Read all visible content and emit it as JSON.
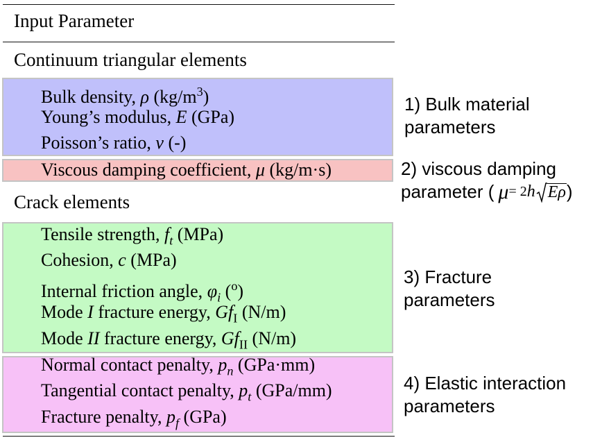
{
  "table": {
    "header": "Input Parameter",
    "sections": [
      {
        "title": "Continuum triangular elements"
      },
      {
        "title": "Crack elements"
      }
    ]
  },
  "groups": [
    {
      "color": "#c0c0fb",
      "note": {
        "line1": "1) Bulk material",
        "line2": "parameters"
      },
      "items": [
        {
          "label": "Bulk density, ",
          "symbol": "ρ",
          "unit_pre": " (kg/m",
          "unit_sup": "3",
          "unit_post": ")"
        },
        {
          "label": "Young’s modulus, ",
          "symbol": "E",
          "unit": " (GPa)"
        },
        {
          "label": "Poisson’s ratio, ",
          "symbol": "ν",
          "unit": " (-)"
        }
      ]
    },
    {
      "color": "#f8c2c2",
      "note": {
        "line1": "2) viscous damping",
        "line2": "parameter (",
        "formula_mu": "μ",
        "formula_eq": " = 2",
        "formula_h": "h",
        "formula_root": "Eρ",
        "formula_close": ")"
      },
      "items": [
        {
          "label": "Viscous damping coefficient, ",
          "symbol": "μ",
          "unit": " (kg/m·s)"
        }
      ]
    },
    {
      "color": "#c4fac4",
      "note": {
        "line1": "3) Fracture",
        "line2": "parameters"
      },
      "items": [
        {
          "label": "Tensile strength, ",
          "symbol": "f",
          "sub": "t",
          "unit": " (MPa)"
        },
        {
          "label": "Cohesion, ",
          "symbol": "c",
          "unit": " (MPa)"
        },
        {
          "label": "Internal friction angle, ",
          "symbol": "φ",
          "sub": "i",
          "unit_pre": " (",
          "unit_sup": "o",
          "unit_post": ")"
        },
        {
          "label_pre": "Mode ",
          "label_mode": "I",
          "label": " fracture energy, ",
          "symbol": "Gf",
          "sub": "I",
          "unit": " (N/m)"
        },
        {
          "label_pre": "Mode ",
          "label_mode": "II",
          "label": " fracture energy, ",
          "symbol": "Gf",
          "sub": "II",
          "unit": " (N/m)"
        }
      ]
    },
    {
      "color": "#f7c1f7",
      "note": {
        "line1": "4) Elastic interaction",
        "line2": "parameters"
      },
      "items": [
        {
          "label": "Normal contact penalty, ",
          "symbol": "p",
          "sub": "n",
          "unit": " (GPa·mm)"
        },
        {
          "label": "Tangential contact penalty, ",
          "symbol": "p",
          "sub": "t",
          "unit": " (GPa/mm)"
        },
        {
          "label": "Fracture penalty, ",
          "symbol": "p",
          "sub": "f",
          "unit": " (GPa)"
        }
      ]
    }
  ]
}
